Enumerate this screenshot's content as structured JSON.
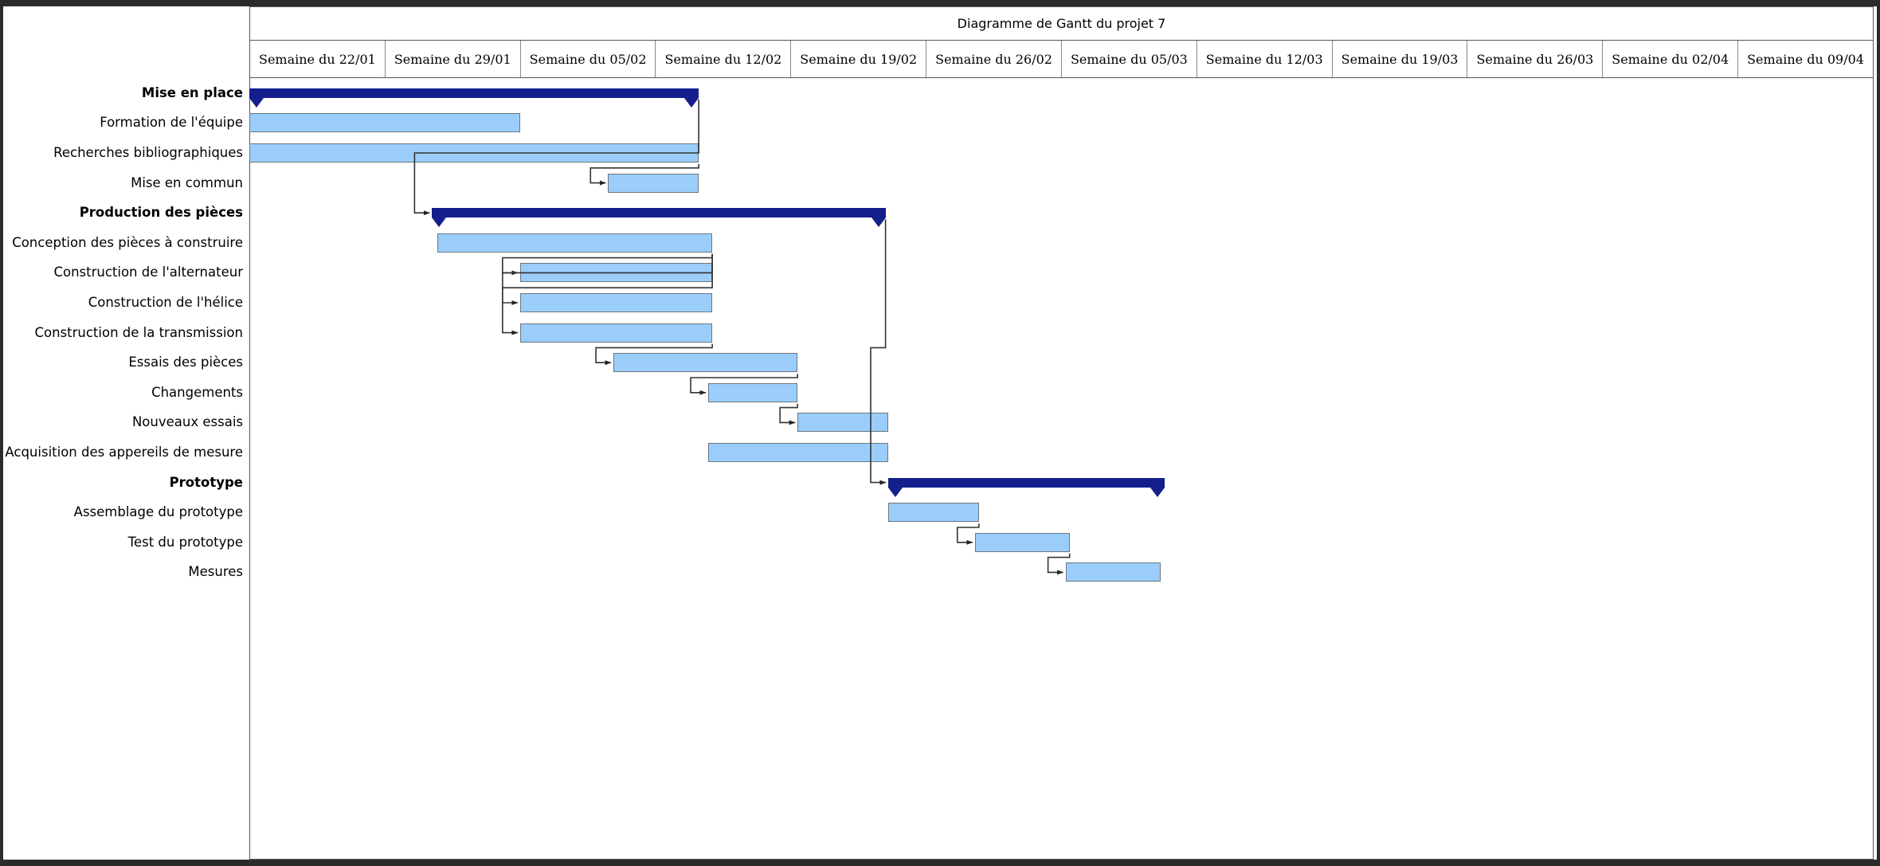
{
  "window": {
    "frame_color": "#2b2b2b",
    "background": "#ffffff"
  },
  "header": {
    "title": "Diagramme de Gantt du projet 7"
  },
  "colors": {
    "summary_bar": "#141f8c",
    "task_bar": "#9BCDFB",
    "task_bar_border": "#6b7780",
    "grid_line": "#888888",
    "link_line": "#333333",
    "text": "#000000"
  },
  "chart_data": {
    "type": "gantt",
    "title": "Diagramme de Gantt du projet 7",
    "xlabel": "",
    "ylabel": "",
    "grid": true,
    "legend": "none",
    "columns": [
      "Semaine du 22/01",
      "Semaine du 29/01",
      "Semaine du 05/02",
      "Semaine du 12/02",
      "Semaine du 19/02",
      "Semaine du 26/02",
      "Semaine du 05/03",
      "Semaine du 12/03",
      "Semaine du 19/03",
      "Semaine du 26/03",
      "Semaine du 02/04",
      "Semaine du 09/04"
    ],
    "column_count": 12,
    "rows": [
      {
        "label": "Mise en place",
        "type": "summary",
        "start_week": 0.0,
        "end_week": 3.32
      },
      {
        "label": "Formation de l'équipe",
        "type": "task",
        "start_week": 0.0,
        "end_week": 2.0
      },
      {
        "label": "Recherches bibliographiques",
        "type": "task",
        "start_week": 0.0,
        "end_week": 3.32
      },
      {
        "label": "Mise en commun",
        "type": "task",
        "start_week": 2.65,
        "end_week": 3.32
      },
      {
        "label": "Production des pièces",
        "type": "summary",
        "start_week": 1.35,
        "end_week": 4.7
      },
      {
        "label": "Conception des pièces à construire",
        "type": "task",
        "start_week": 1.39,
        "end_week": 3.42
      },
      {
        "label": "Construction de l'alternateur",
        "type": "task",
        "start_week": 2.0,
        "end_week": 3.42
      },
      {
        "label": "Construction de l'hélice",
        "type": "task",
        "start_week": 2.0,
        "end_week": 3.42
      },
      {
        "label": "Construction de la transmission",
        "type": "task",
        "start_week": 2.0,
        "end_week": 3.42
      },
      {
        "label": "Essais des pièces",
        "type": "task",
        "start_week": 2.69,
        "end_week": 4.05
      },
      {
        "label": "Changements",
        "type": "task",
        "start_week": 3.39,
        "end_week": 4.05
      },
      {
        "label": "Nouveaux essais",
        "type": "task",
        "start_week": 4.05,
        "end_week": 4.72
      },
      {
        "label": "Acquisition des appereils de mesure",
        "type": "task",
        "start_week": 3.39,
        "end_week": 4.72
      },
      {
        "label": "Prototype",
        "type": "summary",
        "start_week": 4.72,
        "end_week": 6.76
      },
      {
        "label": "Assemblage du prototype",
        "type": "task",
        "start_week": 4.72,
        "end_week": 5.39
      },
      {
        "label": "Test du prototype",
        "type": "task",
        "start_week": 5.36,
        "end_week": 6.06
      },
      {
        "label": "Mesures",
        "type": "task",
        "start_week": 6.03,
        "end_week": 6.73
      }
    ],
    "dependencies": [
      {
        "from": "Recherches bibliographiques",
        "to": "Mise en commun"
      },
      {
        "from": "Mise en place",
        "to": "Production des pièces"
      },
      {
        "from": "Conception des pièces à construire",
        "to": "Construction de l'alternateur"
      },
      {
        "from": "Conception des pièces à construire",
        "to": "Construction de l'hélice"
      },
      {
        "from": "Conception des pièces à construire",
        "to": "Construction de la transmission"
      },
      {
        "from": "Construction de la transmission",
        "to": "Essais des pièces"
      },
      {
        "from": "Essais des pièces",
        "to": "Changements"
      },
      {
        "from": "Changements",
        "to": "Nouveaux essais"
      },
      {
        "from": "Production des pièces",
        "to": "Prototype"
      },
      {
        "from": "Assemblage du prototype",
        "to": "Test du prototype"
      },
      {
        "from": "Test du prototype",
        "to": "Mesures"
      }
    ]
  }
}
